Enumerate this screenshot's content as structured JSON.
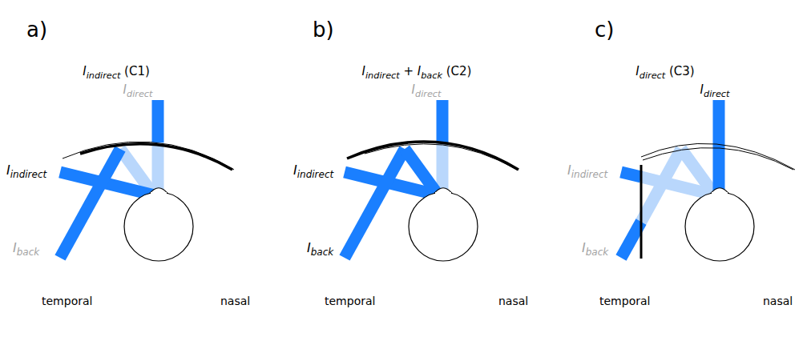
{
  "diagram": {
    "labels": [
      "a)",
      "Iindirect (C1)",
      "Idirect",
      "Iindirect",
      "Iback",
      "temporal",
      "nasal",
      "b)",
      "Iindirect + Iback (C2)",
      "Idirect",
      "Iindirect",
      "Iback",
      "temporal",
      "nasal",
      "c)",
      "Idirect (C3)",
      "Idirect",
      "Iindirect",
      "Iback",
      "temporal",
      "nasal"
    ]
  }
}
